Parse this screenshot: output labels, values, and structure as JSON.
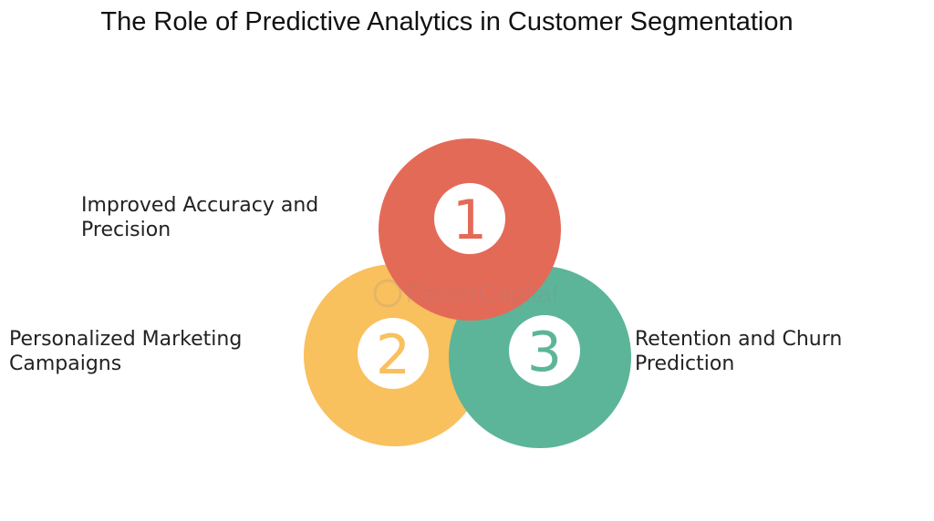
{
  "title": "The Role of Predictive Analytics in Customer Segmentation",
  "items": [
    {
      "number": "1",
      "label_lines": [
        "Improved Accuracy and",
        "Precision"
      ],
      "color": "#E46A58"
    },
    {
      "number": "2",
      "label_lines": [
        "Personalized Marketing",
        "Campaigns"
      ],
      "color": "#F9C05E"
    },
    {
      "number": "3",
      "label_lines": [
        "Retention and Churn",
        "Prediction"
      ],
      "color": "#5CB599"
    }
  ],
  "watermark": "FasterCapital"
}
